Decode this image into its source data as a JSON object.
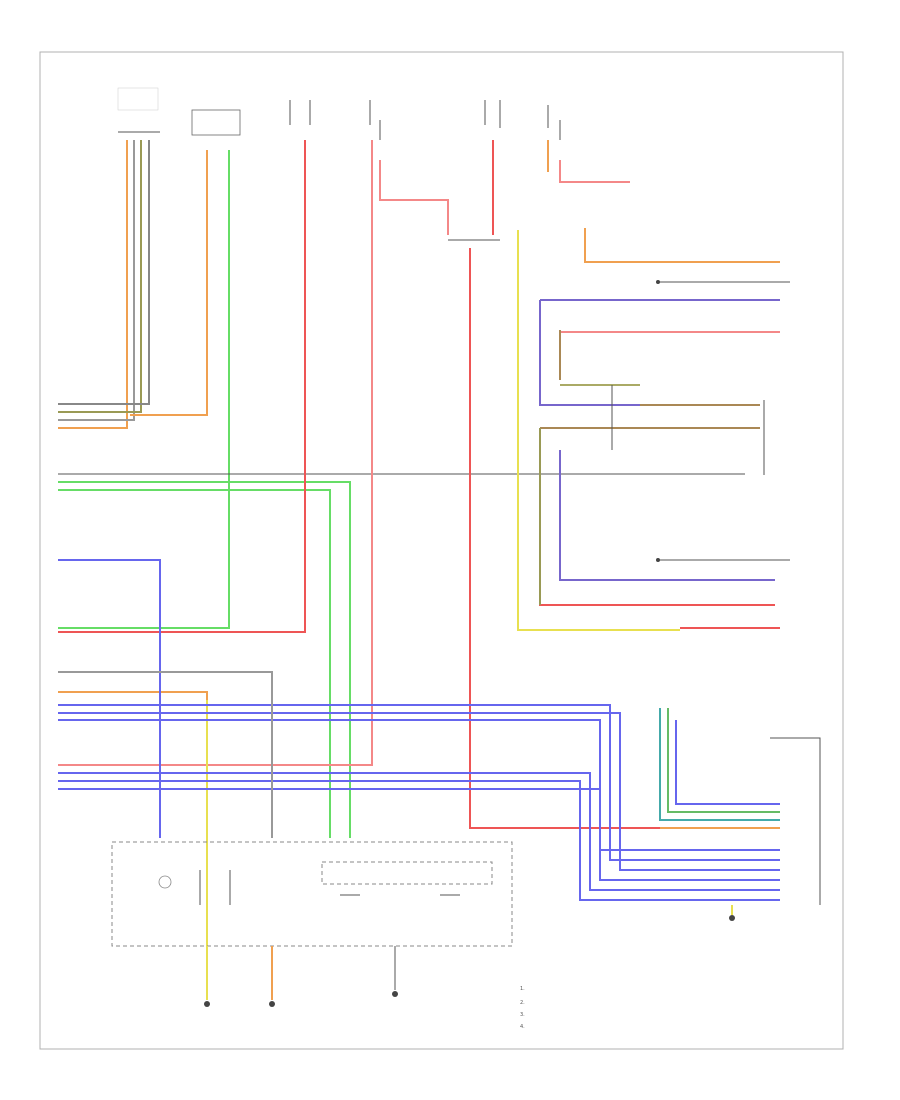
{
  "diagram": {
    "type": "wiring-schematic",
    "legend": [
      "1. ",
      "2. ",
      "3. ",
      "4. "
    ],
    "page_id": "",
    "colors": {
      "orange": "#f0a050",
      "gray": "#999999",
      "olive": "#9a9a55",
      "green": "#66dd66",
      "red": "#ee5555",
      "pink": "#f48888",
      "blue": "#6666ee",
      "violet": "#7766cc",
      "yellow": "#e8e050",
      "teal": "#44aaaa",
      "brown": "#aa8855"
    }
  }
}
